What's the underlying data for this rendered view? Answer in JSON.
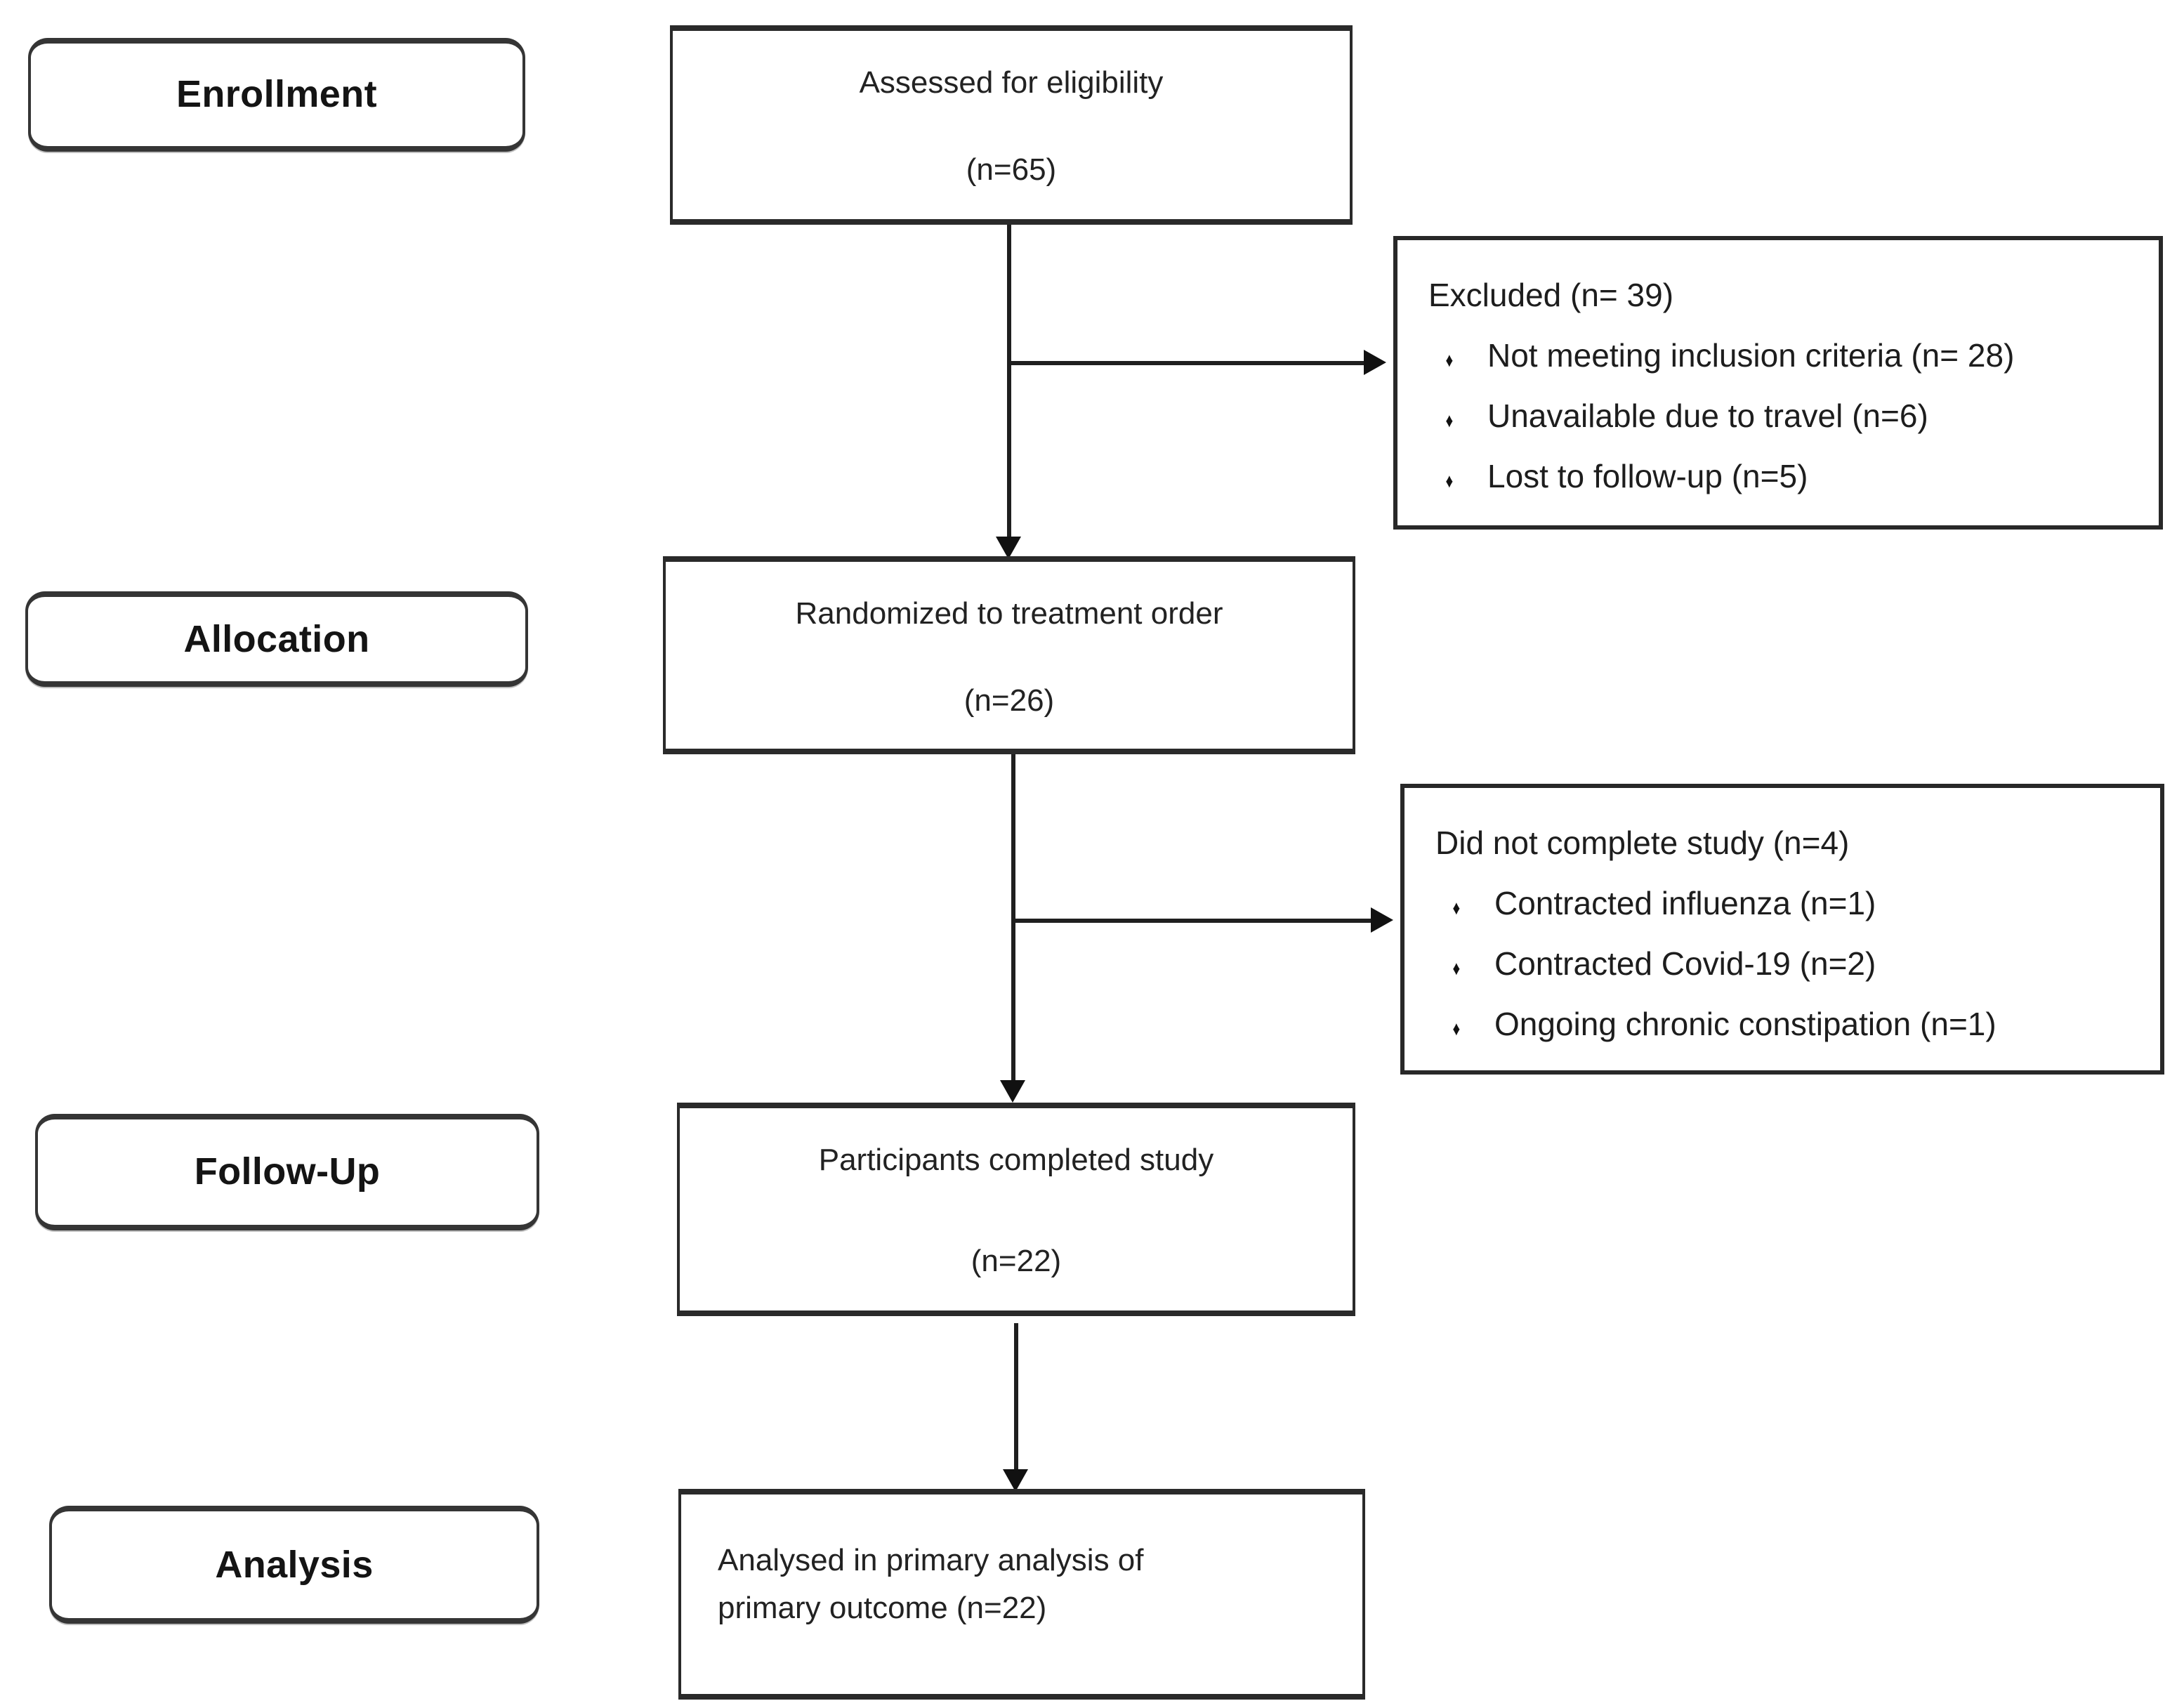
{
  "diagram": {
    "bullet_glyph": "♦",
    "colors": {
      "border": "#282828",
      "background": "#ffffff",
      "text": "#1d1d1d"
    },
    "stages": [
      {
        "label": "Enrollment"
      },
      {
        "label": "Allocation"
      },
      {
        "label": "Follow-Up"
      },
      {
        "label": "Analysis"
      }
    ],
    "flow_boxes": [
      {
        "title": "Assessed for eligibility",
        "count": "(n=65)"
      },
      {
        "title": "Randomized to treatment order",
        "count": "(n=26)"
      },
      {
        "title": "Participants completed study",
        "count": "(n=22)"
      },
      {
        "text": "Analysed in primary analysis of primary outcome (n=22)"
      }
    ],
    "side_boxes": [
      {
        "title": "Excluded (n= 39)",
        "items": [
          "Not meeting inclusion criteria (n= 28)",
          "Unavailable due to travel (n=6)",
          "Lost to follow-up (n=5)"
        ]
      },
      {
        "title": "Did not complete study (n=4)",
        "items": [
          "Contracted influenza (n=1)",
          "Contracted Covid-19 (n=2)",
          "Ongoing chronic constipation (n=1)"
        ]
      }
    ]
  }
}
